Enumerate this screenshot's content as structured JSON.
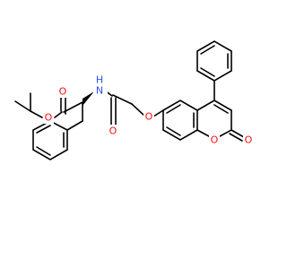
{
  "molecule": {
    "atoms": {
      "o_ester": {
        "label": "O",
        "color": "#ff0d0d"
      },
      "o_carbonyl_ester": {
        "label": "O",
        "color": "#ff0d0d"
      },
      "nh": {
        "label": "N",
        "h_label": "H",
        "color": "#3050f8"
      },
      "o_amide": {
        "label": "O",
        "color": "#ff0d0d"
      },
      "o_ether": {
        "label": "O",
        "color": "#ff0d0d"
      },
      "o_ring": {
        "label": "O",
        "color": "#ff0d0d"
      },
      "o_lactone": {
        "label": "O",
        "color": "#ff0d0d"
      }
    },
    "bond_color": "#000000"
  }
}
